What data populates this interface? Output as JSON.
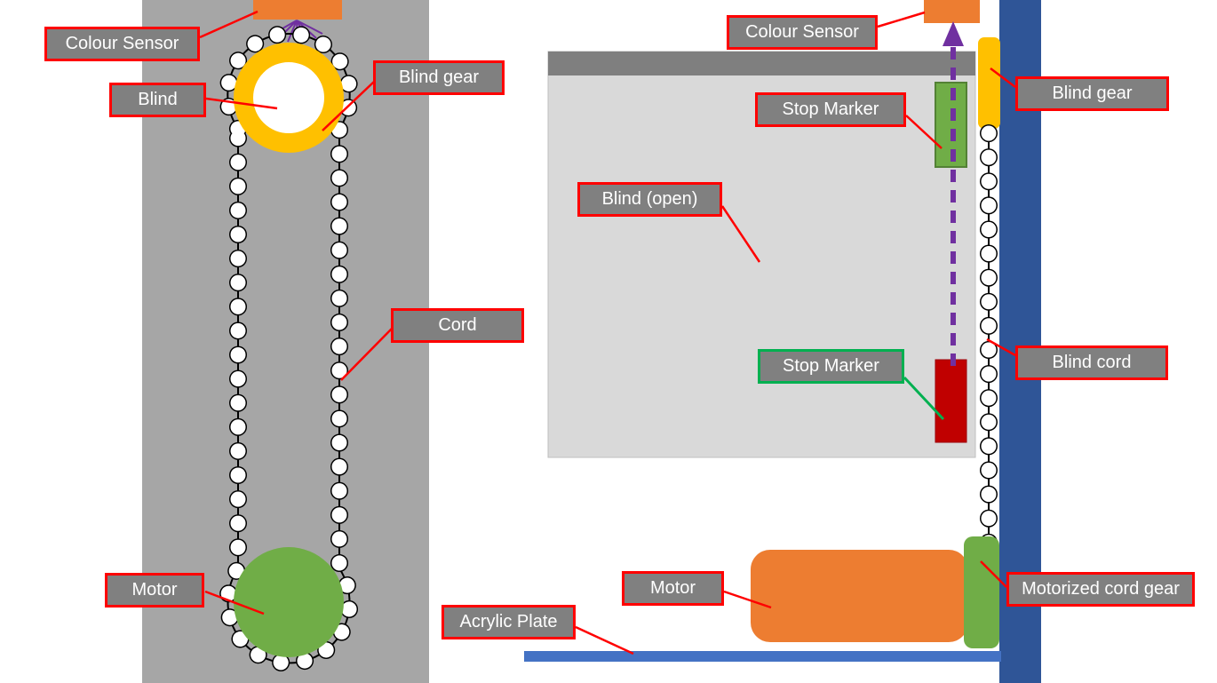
{
  "left_view": {
    "labels": {
      "colour_sensor": "Colour Sensor",
      "blind": "Blind",
      "blind_gear": "Blind gear",
      "cord": "Cord",
      "motor": "Motor"
    }
  },
  "right_view": {
    "labels": {
      "colour_sensor": "Colour Sensor",
      "blind_gear": "Blind gear",
      "stop_marker_top": "Stop Marker",
      "blind_open": "Blind (open)",
      "stop_marker_bottom": "Stop Marker",
      "blind_cord": "Blind cord",
      "motor": "Motor",
      "acrylic_plate": "Acrylic Plate",
      "motorized_cord_gear": "Motorized cord gear"
    }
  },
  "colors": {
    "panel_gray": "#A6A6A6",
    "label_background": "#808080",
    "label_border_red": "#FF0000",
    "label_border_green": "#00B050",
    "sensor_orange": "#ED7D31",
    "gear_yellow": "#FFC000",
    "motor_green": "#70AD47",
    "stop_marker_red": "#C00000",
    "arrow_purple": "#7030A0",
    "wall_blue": "#2F5597",
    "acrylic_plate_blue": "#4472C4",
    "blind_body_gray": "#D9D9D9",
    "blind_header_gray": "#7F7F7F"
  }
}
